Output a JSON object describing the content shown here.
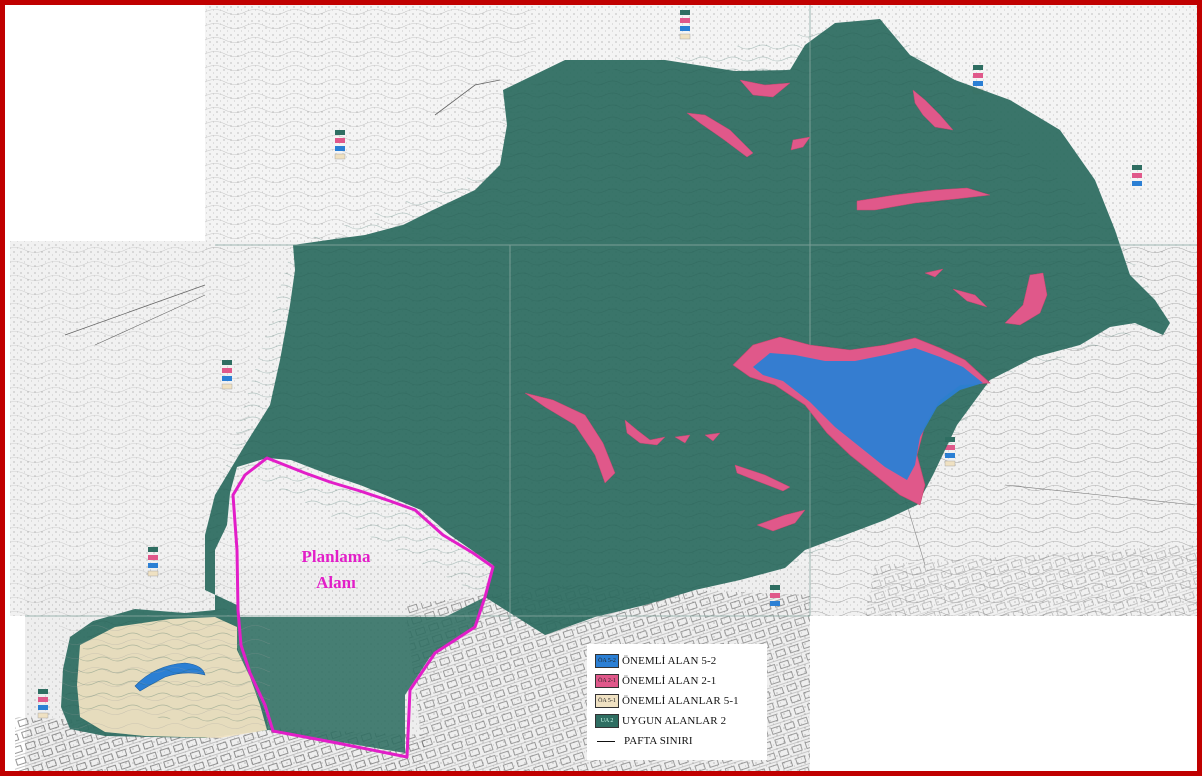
{
  "map": {
    "planning_area_label_line1": "Planlama",
    "planning_area_label_line2": "Alanı"
  },
  "legend": {
    "items": [
      {
        "code": "ÖA 5-2",
        "label": "ÖNEMLİ ALAN 5-2",
        "color": "#2b7fd4"
      },
      {
        "code": "ÖA 2-1",
        "label": "ÖNEMLİ ALAN 2-1",
        "color": "#e0588a"
      },
      {
        "code": "ÖA 5-1",
        "label": "ÖNEMLİ ALANLAR 5-1",
        "color": "#efe1c2"
      },
      {
        "code": "UA 2",
        "label": "UYGUN ALANLAR 2",
        "color": "#2f6e62"
      },
      {
        "code": "",
        "label": "PAFTA SINIRI",
        "color": ""
      }
    ]
  },
  "colors": {
    "frame": "#c00000",
    "suitable_area": "#2f6e62",
    "important_area_2_1": "#e0588a",
    "important_area_5_2": "#2b7fd4",
    "important_area_5_1": "#efe1c2",
    "planning_boundary": "#e21ec8"
  }
}
